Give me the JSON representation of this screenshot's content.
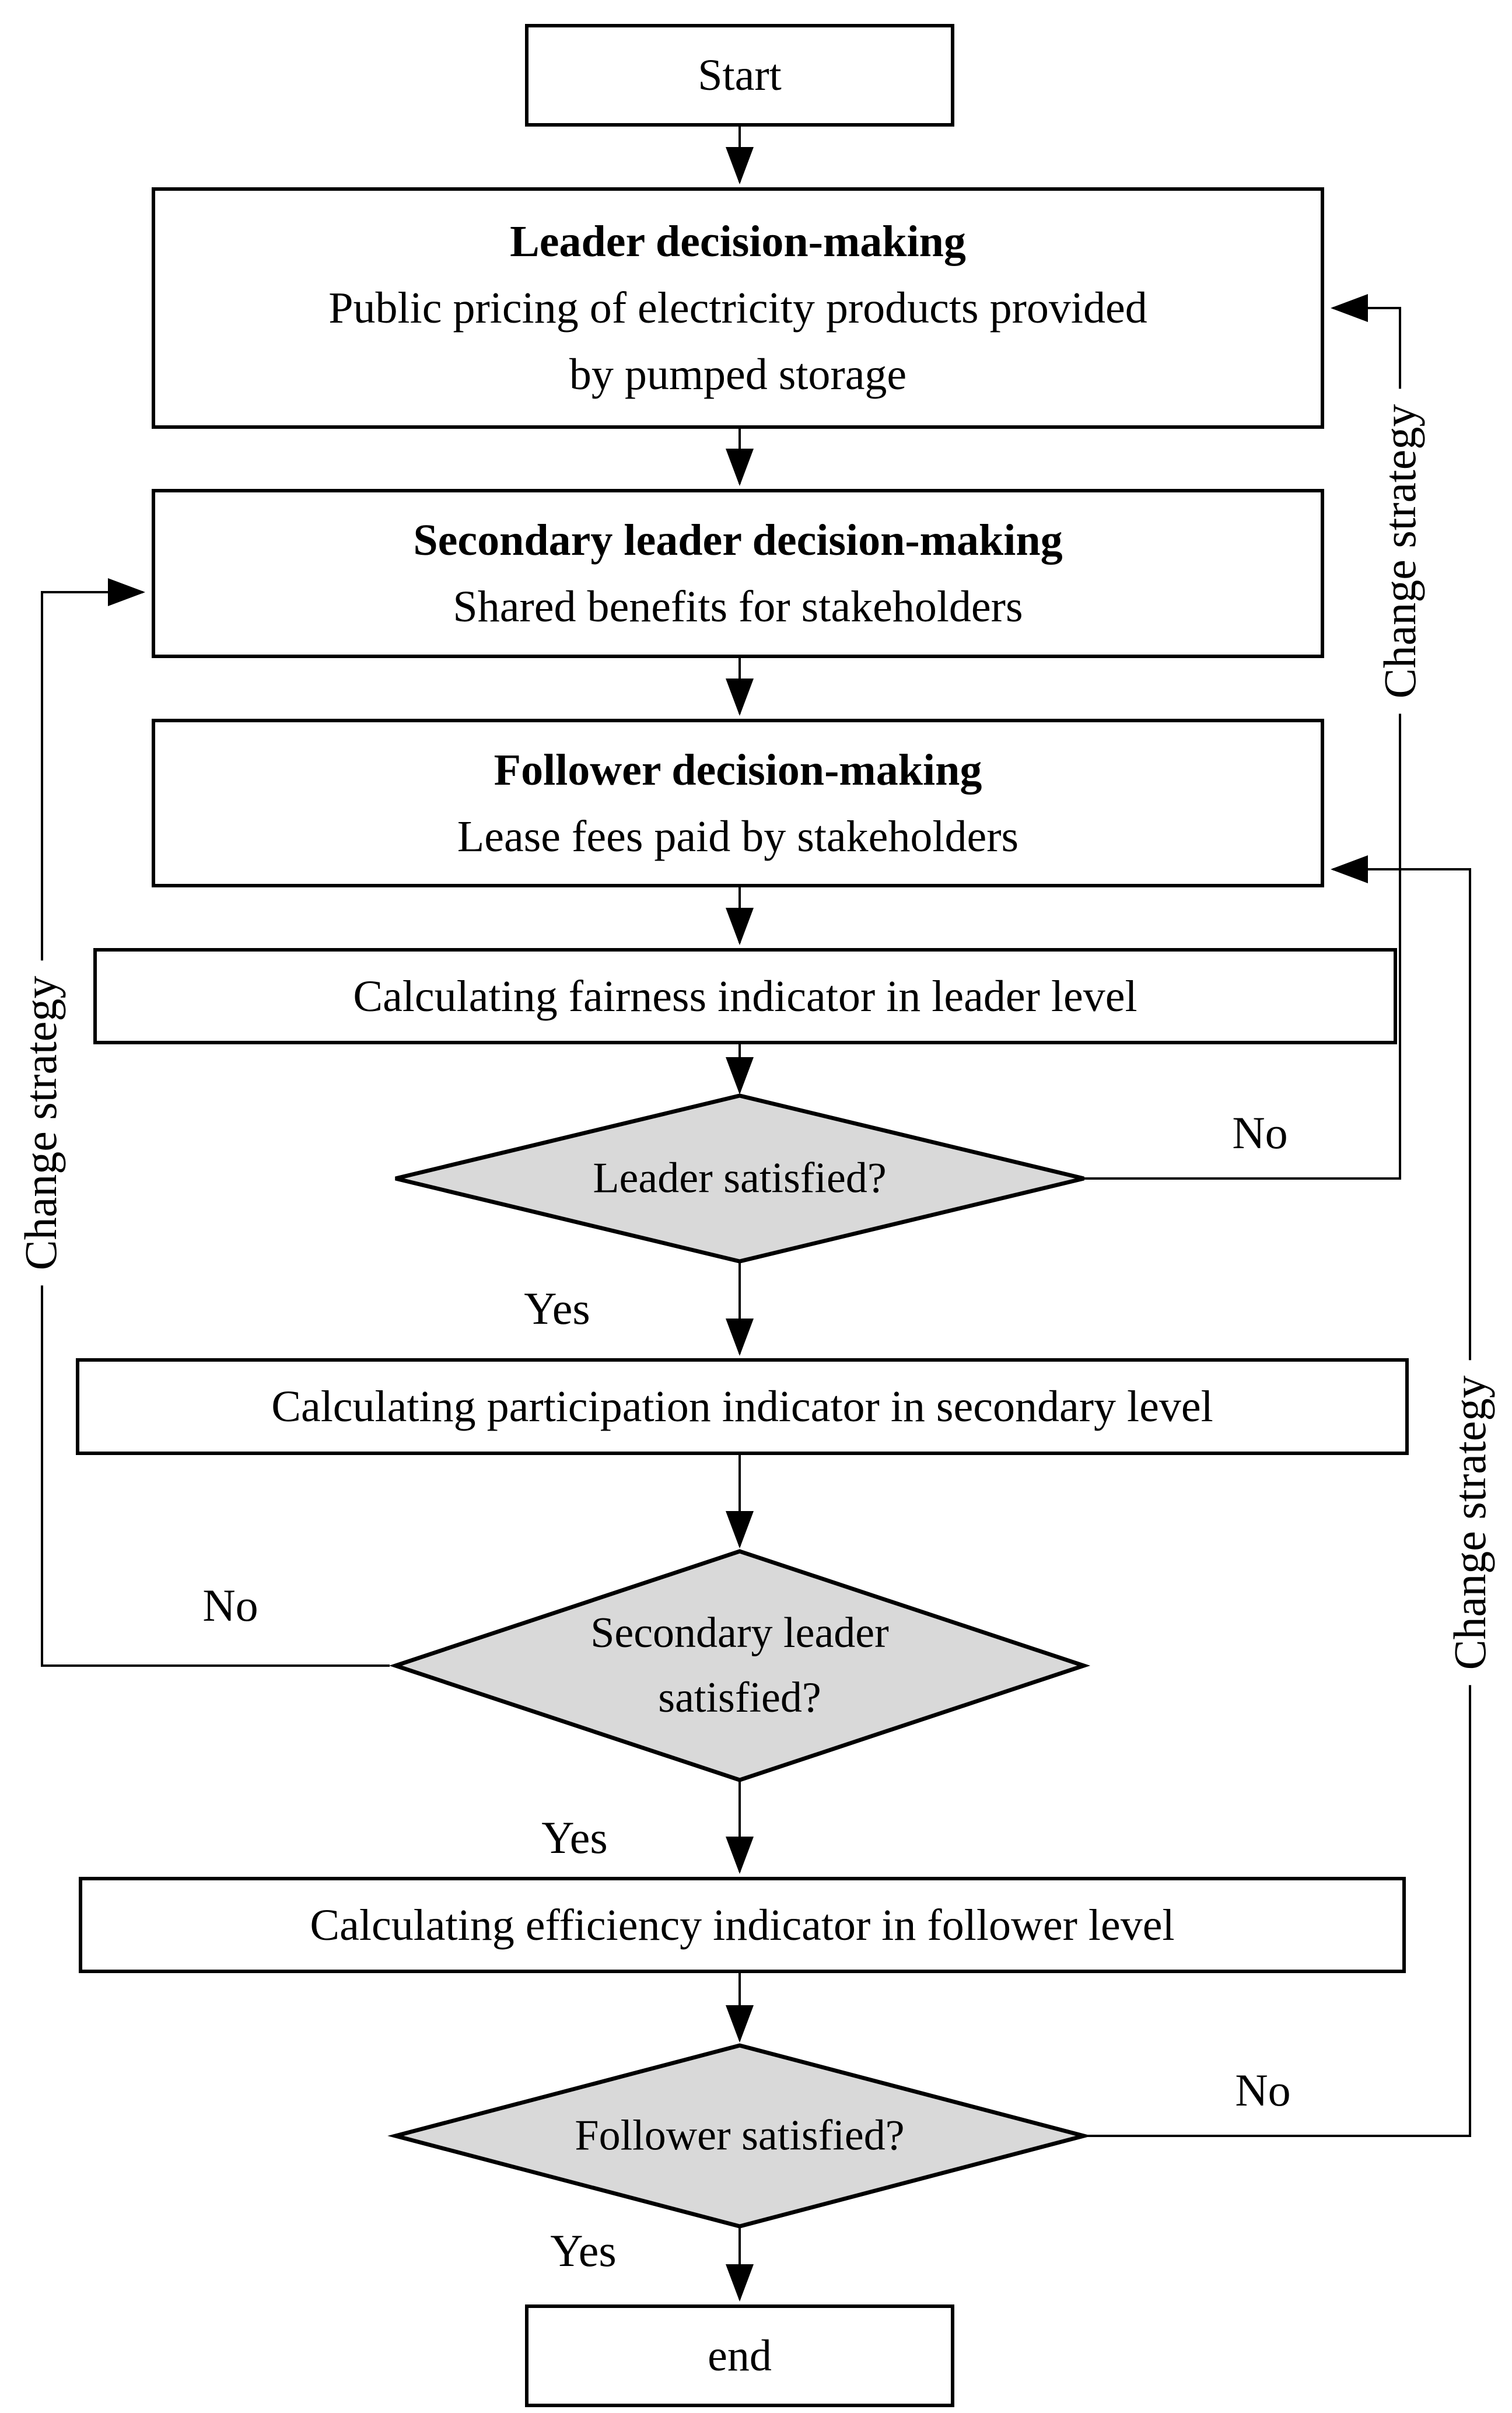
{
  "nodes": {
    "start": {
      "label": "Start"
    },
    "leader": {
      "title": "Leader decision-making",
      "line1": "Public pricing of electricity products provided",
      "line2": "by pumped storage"
    },
    "secondary": {
      "title": "Secondary leader decision-making",
      "line1": "Shared benefits for stakeholders"
    },
    "follower": {
      "title": "Follower decision-making",
      "line1": "Lease fees paid by stakeholders"
    },
    "fairness": {
      "label": "Calculating fairness indicator in leader level"
    },
    "leader_satisfied": {
      "label": "Leader satisfied?"
    },
    "participation": {
      "label": "Calculating participation indicator in secondary level"
    },
    "secondary_satisfied": {
      "line1": "Secondary leader",
      "line2": "satisfied?"
    },
    "efficiency": {
      "label": "Calculating efficiency indicator in follower level"
    },
    "follower_satisfied": {
      "label": "Follower satisfied?"
    },
    "end": {
      "label": "end"
    }
  },
  "edges": {
    "yes1": "Yes",
    "yes2": "Yes",
    "yes3": "Yes",
    "no1": "No",
    "no2": "No",
    "no3": "No",
    "change_strategy_left": "Change strategy",
    "change_strategy_right_upper": "Change strategy",
    "change_strategy_right_lower": "Change strategy"
  },
  "colors": {
    "diamond_fill": "#d9d9d9",
    "stroke": "#000000",
    "background": "#ffffff"
  }
}
